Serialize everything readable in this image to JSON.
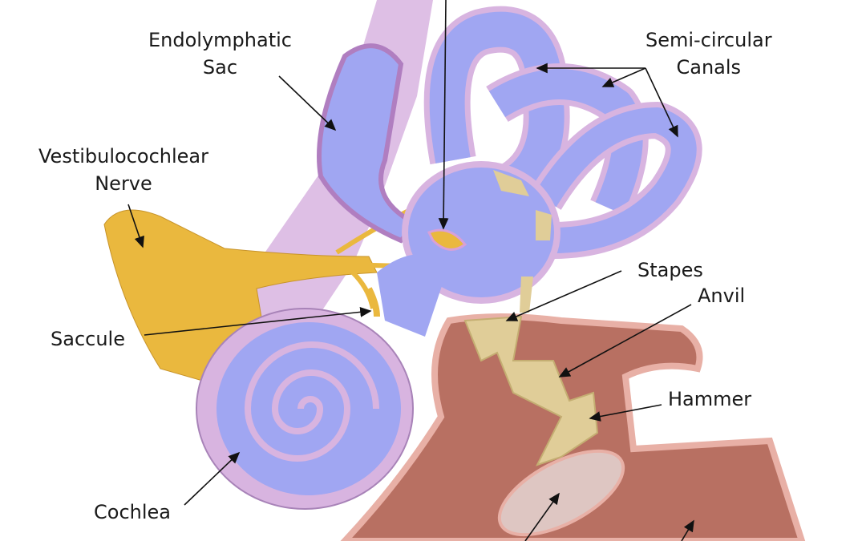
{
  "labels": {
    "endolymphatic_sac": [
      "Endolymphatic",
      "Sac"
    ],
    "semicircular_canals": [
      "Semi-circular",
      "Canals"
    ],
    "vestibulocochlear_nerve": [
      "Vestibulocochlear",
      "Nerve"
    ],
    "saccule": "Saccule",
    "stapes": "Stapes",
    "anvil": "Anvil",
    "hammer": "Hammer",
    "cochlea": "Cochlea"
  },
  "colors": {
    "membrane": "#d8b4e0",
    "fluid": "#a0a6f2",
    "nerve": "#eab83e",
    "bone": "#e0cd98",
    "tissue": "#b87062",
    "tissue_light": "#e8b0a6",
    "eardrum": "#dec6c2"
  }
}
